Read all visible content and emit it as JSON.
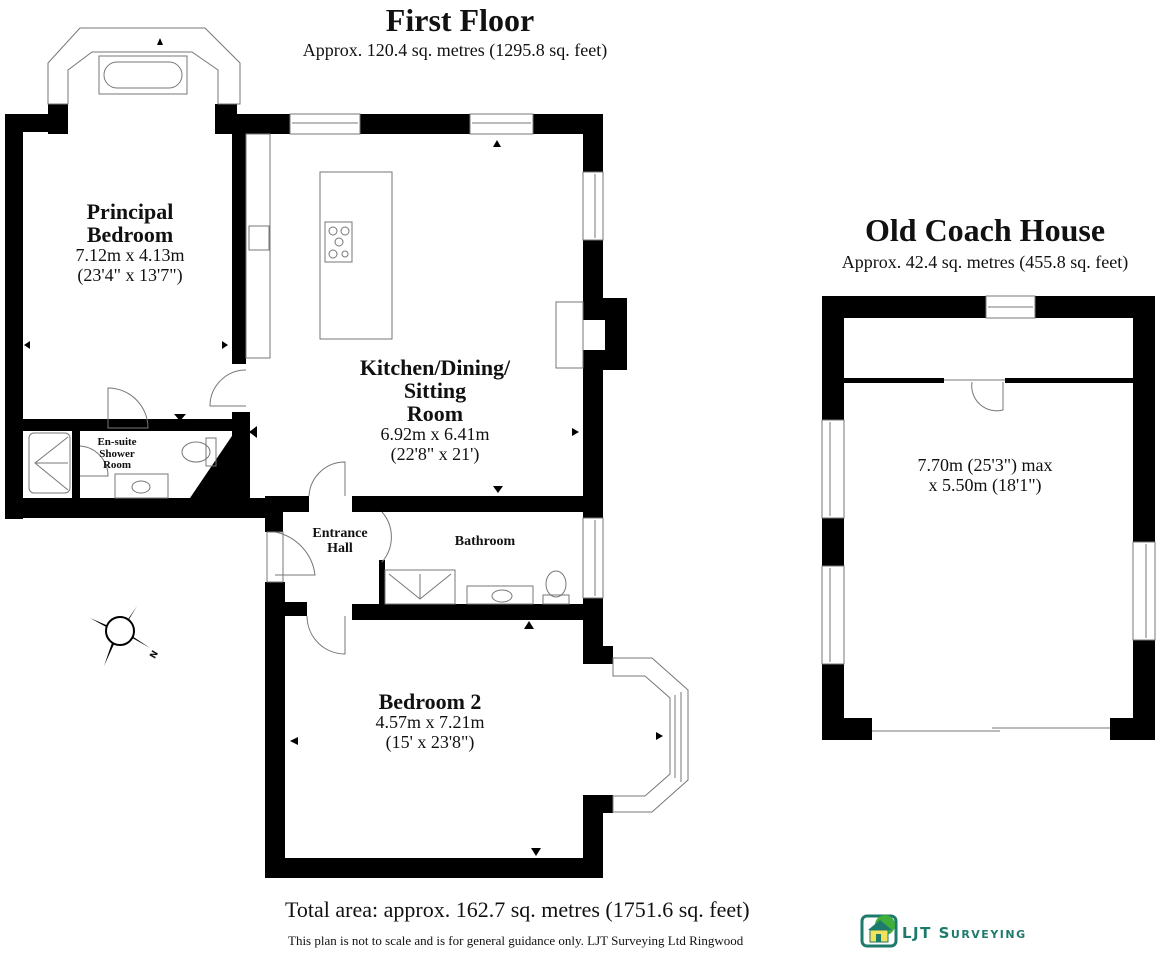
{
  "first_floor": {
    "title": "First Floor",
    "area": "Approx. 120.4 sq. metres (1295.8 sq. feet)"
  },
  "coach_house": {
    "title": "Old Coach House",
    "area": "Approx. 42.4 sq. metres (455.8 sq. feet)",
    "dim_line1": "7.70m (25'3\") max",
    "dim_line2": "x 5.50m (18'1\")"
  },
  "rooms": {
    "principal_bedroom": {
      "name_line1": "Principal",
      "name_line2": "Bedroom",
      "dim_metric": "7.12m x 4.13m",
      "dim_imperial": "(23'4\" x 13'7\")"
    },
    "kitchen": {
      "name_line1": "Kitchen/Dining/",
      "name_line2": "Sitting",
      "name_line3": "Room",
      "dim_metric": "6.92m x 6.41m",
      "dim_imperial": "(22'8\" x 21')"
    },
    "ensuite": {
      "name_line1": "En-suite",
      "name_line2": "Shower",
      "name_line3": "Room"
    },
    "entrance_hall": {
      "name_line1": "Entrance",
      "name_line2": "Hall"
    },
    "bathroom": {
      "name": "Bathroom"
    },
    "bedroom2": {
      "name": "Bedroom 2",
      "dim_metric": "4.57m x 7.21m",
      "dim_imperial": "(15' x 23'8\")"
    }
  },
  "compass": {
    "label": "N"
  },
  "footer": {
    "total_area": "Total area: approx. 162.7 sq. metres (1751.6 sq. feet)",
    "disclaimer": "This plan is not to scale and is for general guidance only. LJT Surveying Ltd Ringwood"
  },
  "logo": {
    "text": "LJT Surveying",
    "color": "#1e7a6a",
    "accent": "#3fae3a"
  },
  "colors": {
    "wall": "#000000",
    "fixture": "#777777"
  }
}
